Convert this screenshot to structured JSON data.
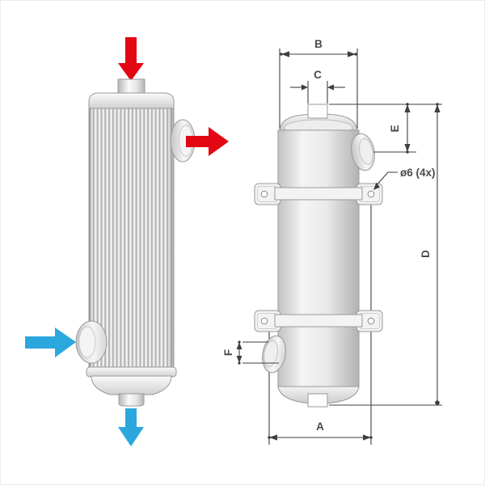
{
  "colors": {
    "hot_flow": "#e30613",
    "cold_flow": "#2ba7de",
    "dimension_line": "#3f3f3f",
    "label_text": "#4a4a4a",
    "outline_gray": "#8f8f8f"
  },
  "dims": {
    "A": "A",
    "B": "B",
    "C": "C",
    "D": "D",
    "E": "E",
    "F": "F",
    "hole": "ø6 (4x)"
  },
  "icons": {
    "hot_inlet": "red-arrow-down",
    "hot_outlet": "red-arrow-right",
    "cold_inlet": "blue-arrow-right",
    "cold_outlet": "blue-arrow-down"
  }
}
